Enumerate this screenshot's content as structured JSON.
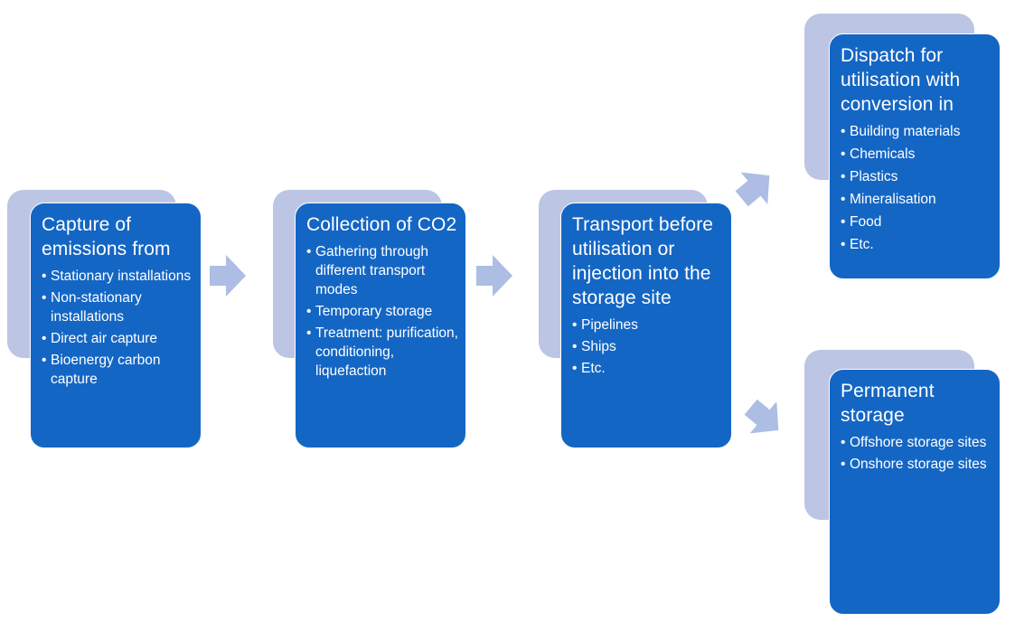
{
  "diagram": {
    "colors": {
      "card": "#1466c4",
      "back_card": "#bcc5e3",
      "arrow": "#adbde3",
      "text": "#ffffff"
    },
    "bullet_glyph": "•",
    "stages": [
      {
        "title": "Capture of emissions from",
        "items": [
          "Stationary installations",
          "Non-stationary installations",
          "Direct air capture",
          "Bioenergy carbon capture"
        ]
      },
      {
        "title": "Collection of CO2",
        "items": [
          "Gathering through different transport modes",
          "Temporary storage",
          "Treatment: purification, conditioning, liquefaction"
        ]
      },
      {
        "title": "Transport before utilisation or injection into the storage site",
        "items": [
          "Pipelines",
          "Ships",
          "Etc."
        ]
      },
      {
        "title": "Dispatch for utilisation with conversion in",
        "items": [
          "Building materials",
          "Chemicals",
          "Plastics",
          "Mineralisation",
          "Food",
          "Etc."
        ]
      },
      {
        "title": "Permanent storage",
        "items": [
          "Offshore storage sites",
          "Onshore storage sites"
        ]
      }
    ],
    "arrows": [
      {
        "from": "capture",
        "to": "collection",
        "direction": "right"
      },
      {
        "from": "collection",
        "to": "transport",
        "direction": "right"
      },
      {
        "from": "transport",
        "to": "dispatch",
        "direction": "up-right"
      },
      {
        "from": "transport",
        "to": "permanent-storage",
        "direction": "down-right"
      }
    ]
  }
}
